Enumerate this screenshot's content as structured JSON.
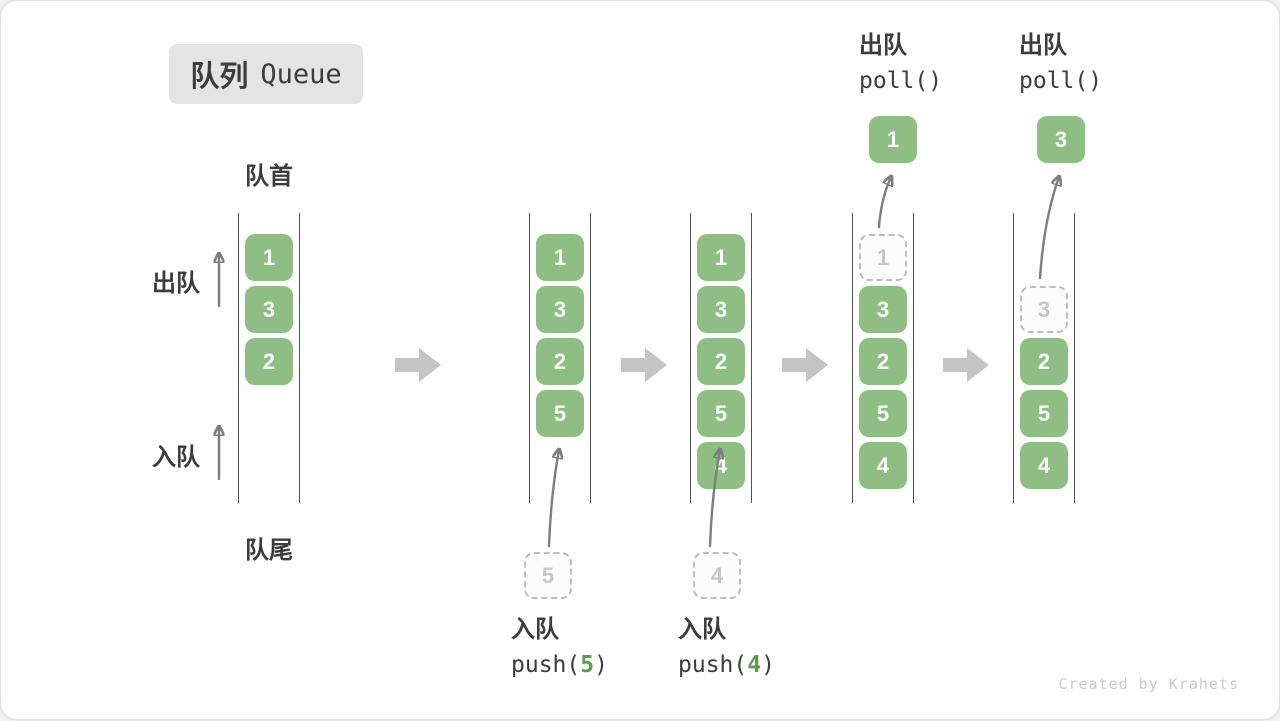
{
  "title": {
    "zh": "队列",
    "en": "Queue"
  },
  "labels": {
    "front": "队首",
    "rear": "队尾",
    "dequeue": "出队",
    "enqueue": "入队"
  },
  "colors": {
    "box_green": "#8fbe85",
    "arg_green": "#58a14b",
    "block_arrow": "#c4c4c4",
    "flow_arrow": "#7d7d7d",
    "text_dark": "#3c3c3c",
    "dashed_border": "#bdbdbd",
    "dashed_text": "#c6c6c6",
    "badge_bg": "#e4e4e4",
    "wall_line": "#525252",
    "watermark_gray": "#cbcbcb"
  },
  "watermark": "Created by Krahets",
  "states": [
    {
      "boxes": [
        "1",
        "3",
        "2"
      ]
    },
    {
      "boxes": [
        "1",
        "3",
        "2",
        "5"
      ],
      "incoming": "5",
      "op_zh": "入队",
      "op_fn": "push(",
      "op_arg": "5",
      "op_close": ")"
    },
    {
      "boxes": [
        "1",
        "3",
        "2",
        "5",
        "4"
      ],
      "incoming": "4",
      "op_zh": "入队",
      "op_fn": "push(",
      "op_arg": "4",
      "op_close": ")"
    },
    {
      "boxes": [
        "3",
        "2",
        "5",
        "4"
      ],
      "removed": "1",
      "popped": "1",
      "op_zh": "出队",
      "op_code": "poll()"
    },
    {
      "boxes": [
        "2",
        "5",
        "4"
      ],
      "removed": "3",
      "popped": "3",
      "op_zh": "出队",
      "op_code": "poll()"
    }
  ]
}
